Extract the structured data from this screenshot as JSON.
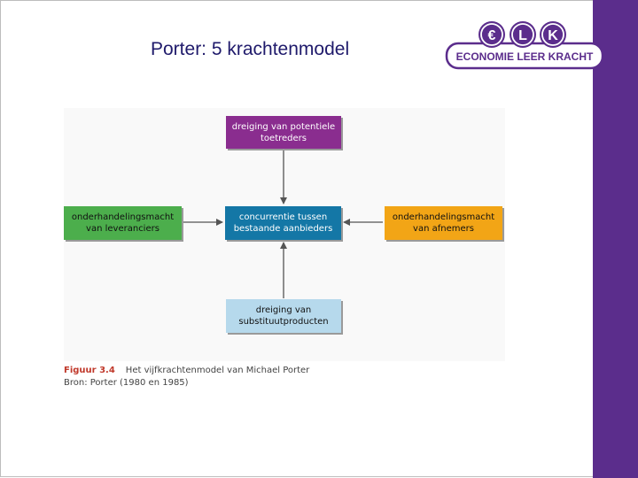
{
  "slide": {
    "title": "Porter: 5 krachtenmodel"
  },
  "logo": {
    "letters": [
      "€",
      "L",
      "K"
    ],
    "text": "ECONOMIE LEER KRACHT",
    "color": "#5b2d8c"
  },
  "diagram": {
    "top": {
      "line1": "dreiging van potentiele",
      "line2": "toetreders",
      "color": "#8a2d8f"
    },
    "left": {
      "line1": "onderhandelingsmacht",
      "line2": "van leveranciers",
      "color": "#4cae4c"
    },
    "center": {
      "line1": "concurrentie tussen",
      "line2": "bestaande aanbieders",
      "color": "#1477a6"
    },
    "right": {
      "line1": "onderhandelingsmacht",
      "line2": "van afnemers",
      "color": "#f2a516"
    },
    "bottom": {
      "line1": "dreiging van",
      "line2": "substituutproducten",
      "color": "#b6d9ec"
    }
  },
  "caption": {
    "number": "Figuur 3.4",
    "title": "Het vijfkrachtenmodel van Michael Porter",
    "source": "Bron: Porter (1980 en 1985)"
  },
  "colors": {
    "title_text": "#1f1a6b",
    "side_bar": "#5b2d8c",
    "caption_number": "#c0392b"
  }
}
